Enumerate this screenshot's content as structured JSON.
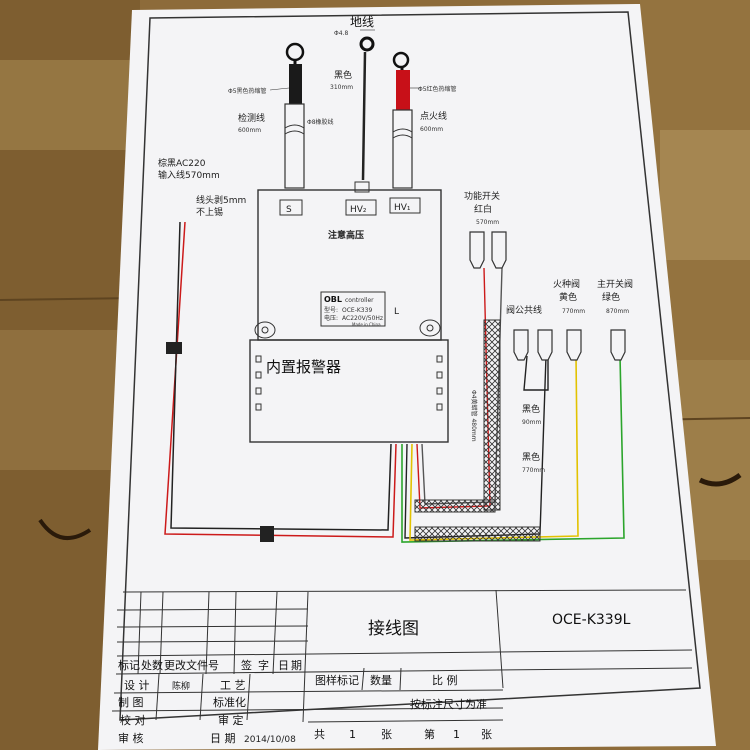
{
  "diagram": {
    "ground_wire": {
      "label": "地线",
      "spec": "Φ4.8",
      "color": "黑色",
      "length": "310mm"
    },
    "detect_wire": {
      "heat_shrink": "Φ5黑色热缩管",
      "label": "检测线",
      "length": "600mm",
      "rubber": "Φ8橡胶线"
    },
    "ignite_wire": {
      "heat_shrink": "Φ5红色热缩管",
      "label": "点火线",
      "length": "600mm"
    },
    "input_wire": {
      "label1": "棕黑AC220",
      "label2": "输入线570mm"
    },
    "strip_note": {
      "line1": "线头剥5mm",
      "line2": "不上锡"
    },
    "terminals": {
      "s": "S",
      "hv2": "HV₂",
      "hv1": "HV₁"
    },
    "warning": "注意高压",
    "label_plate": {
      "brand": "OBL",
      "brand_sub": "controller",
      "model_key": "型号:",
      "model": "OCE-K339",
      "power_key": "电压:",
      "power": "AC220V/50Hz",
      "made": "Made in China"
    },
    "side_letter": "L",
    "handwritten": "内置报警器",
    "function_switch": {
      "label1": "功能开关",
      "label2": "红白",
      "length": "570mm"
    },
    "fire_valve": {
      "label1": "火种阀",
      "label2": "黄色",
      "length": "770mm"
    },
    "main_valve": {
      "label1": "主开关阀",
      "label2": "绿色",
      "length": "870mm"
    },
    "common_valve": {
      "label": "阀公共线"
    },
    "black_90": {
      "color": "黑色",
      "length": "90mm"
    },
    "black_770": {
      "color": "黑色",
      "length": "770mm"
    },
    "sleeve": "Φ4黄蜡管 480mm"
  },
  "title_block": {
    "title": "接线图",
    "model": "OCE-K339L",
    "rev_headers": [
      "标记",
      "处数",
      "更改文件号",
      "签",
      "字",
      "日",
      "期"
    ],
    "design_label": "设 计",
    "designer": "陈柳",
    "craft_label": "工 艺",
    "draw_label": "制 图",
    "standard_label": "标准化",
    "check_label": "校 对",
    "audit_label": "审 定",
    "review_label": "审 核",
    "date_label": "日 期",
    "date": "2014/10/08",
    "mark_label": "图样标记",
    "qty_label": "数量",
    "scale_label": "比 例",
    "scale_value": "按标注尺寸为准",
    "total": "共",
    "total_num": "1",
    "sheet_unit": "张",
    "sheet_label": "第",
    "sheet_num": "1",
    "sheet_unit2": "张"
  }
}
